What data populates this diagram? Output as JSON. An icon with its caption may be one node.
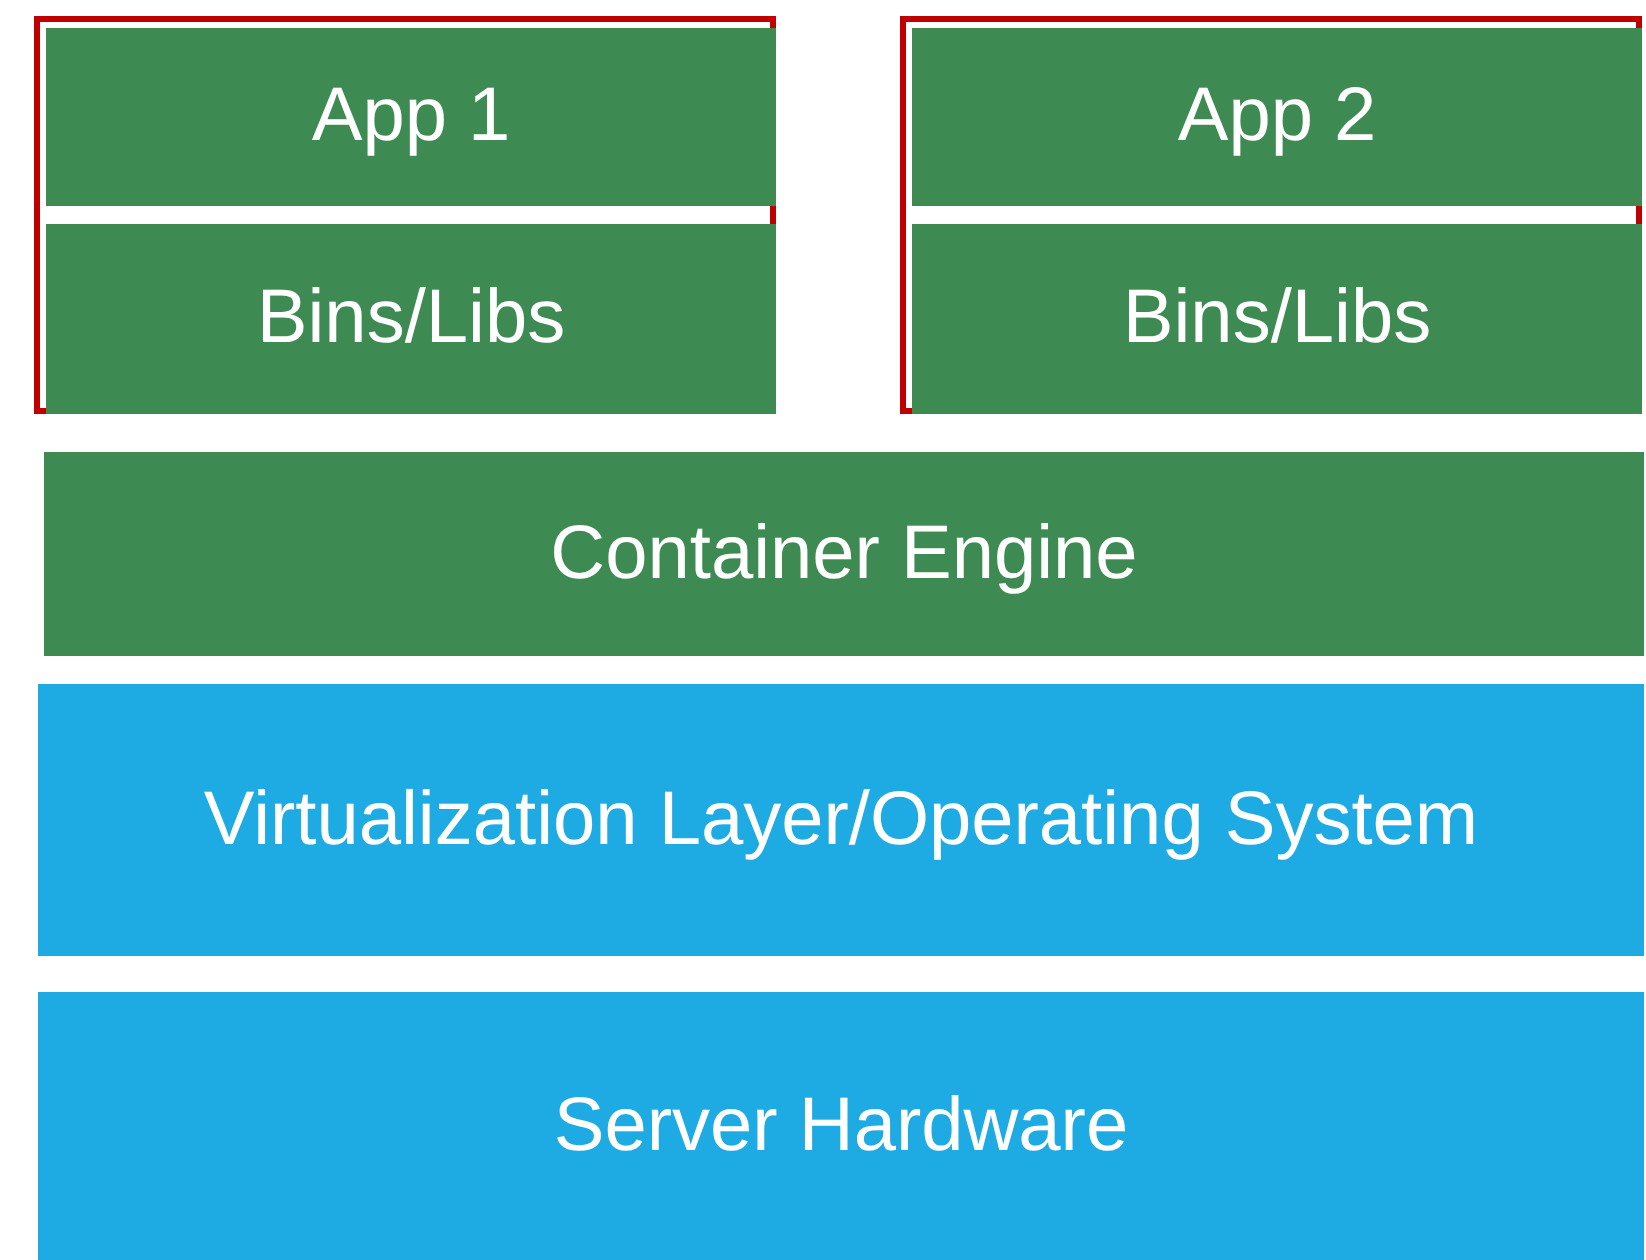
{
  "diagram": {
    "nodes": [
      {
        "text": [],
        "shape": "box"
      },
      {
        "text": [
          "App 1"
        ],
        "in": 0
      },
      {
        "text": [
          "Bins/Libs"
        ],
        "in": 0
      },
      {
        "text": [],
        "shape": "box"
      },
      {
        "text": [
          "App 2"
        ],
        "in": 3
      },
      {
        "text": [
          "Bins/Libs"
        ],
        "in": 3
      },
      {
        "text": [
          "Container Engine"
        ]
      },
      {
        "text": [
          "Virtualization Layer/Operating System"
        ]
      },
      {
        "text": [
          "Server Hardware"
        ]
      }
    ]
  }
}
